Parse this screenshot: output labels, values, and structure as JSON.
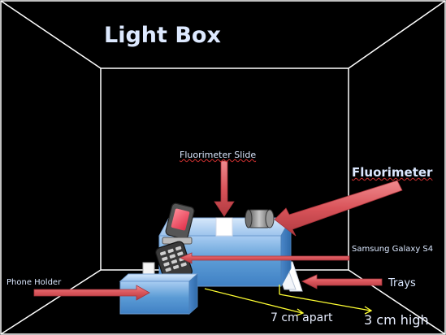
{
  "title": "Light Box",
  "labels": {
    "fluorimeter_slide": "Fluorimeter Slide",
    "fluorimeter": "Fluorimeter",
    "samsung_galaxy": "Samsung Galaxy S4",
    "phone_holder": "Phone Holder",
    "trays": "Trays",
    "apart": "7 cm apart",
    "high": "3 cm high"
  },
  "colors": {
    "background": "#000000",
    "box_lines": "#ffffff",
    "arrow": "#d9545a",
    "box_blue": "#5b9bd5",
    "measure_line": "#ffff33",
    "text": "#dbe8ff"
  },
  "icons": {
    "phone": "flip-phone-icon",
    "lens": "fluorimeter-lens-icon"
  }
}
